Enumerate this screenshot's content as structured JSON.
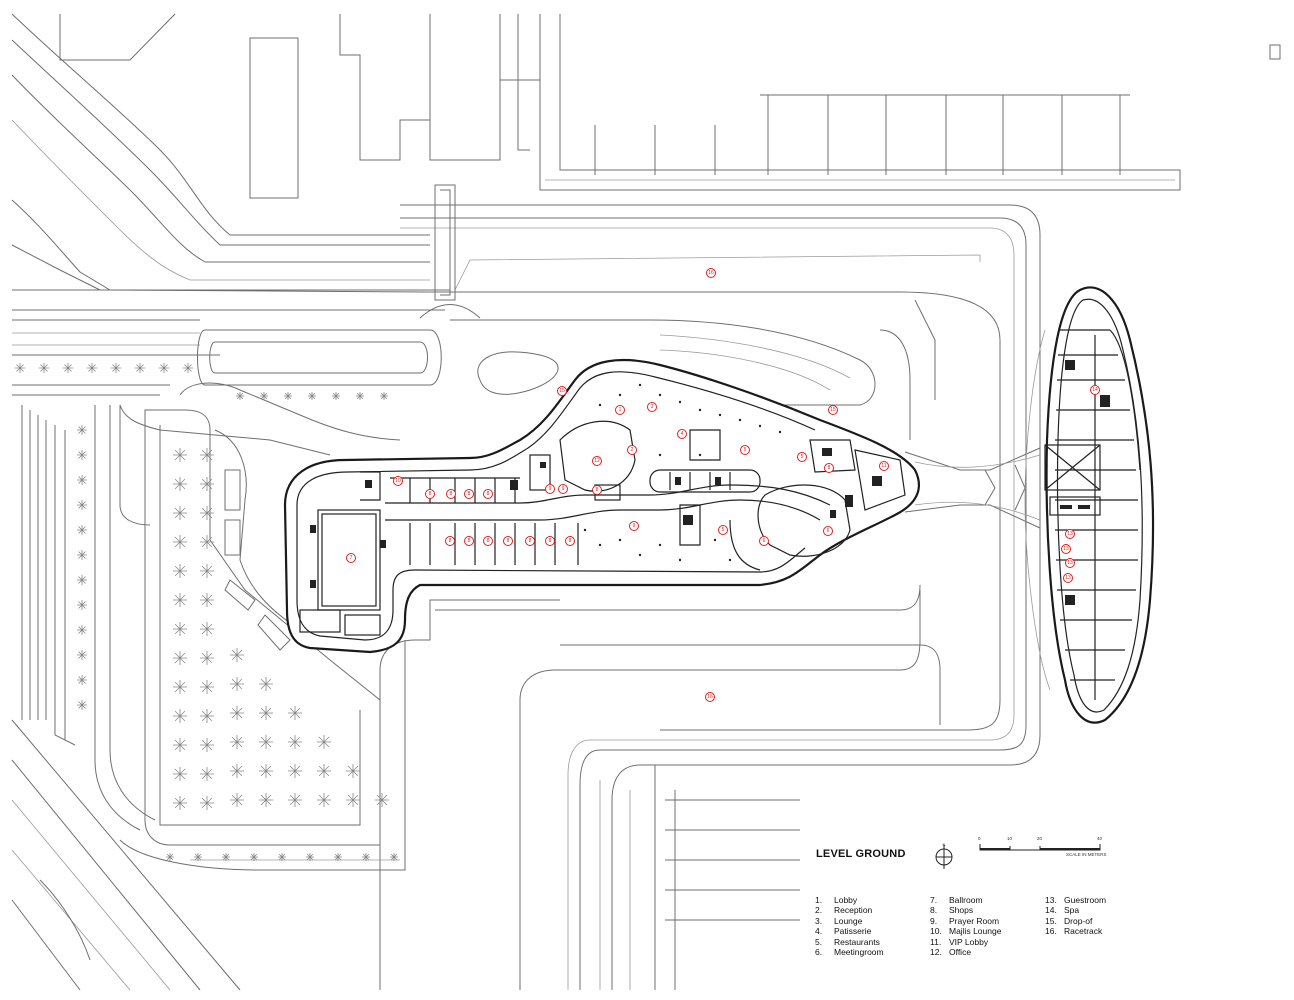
{
  "title": "LEVEL GROUND",
  "legend": [
    {
      "num": "1.",
      "label": "Lobby"
    },
    {
      "num": "2.",
      "label": "Reception"
    },
    {
      "num": "3.",
      "label": "Lounge"
    },
    {
      "num": "4.",
      "label": "Patisserie"
    },
    {
      "num": "5.",
      "label": "Restaurants"
    },
    {
      "num": "6.",
      "label": "Meetingroom"
    },
    {
      "num": "7.",
      "label": "Ballroom"
    },
    {
      "num": "8.",
      "label": "Shops"
    },
    {
      "num": "9.",
      "label": "Prayer Room"
    },
    {
      "num": "10.",
      "label": "Majlis Lounge"
    },
    {
      "num": "11.",
      "label": "VIP Lobby"
    },
    {
      "num": "12.",
      "label": "Office"
    },
    {
      "num": "13.",
      "label": "Guestroom"
    },
    {
      "num": "14.",
      "label": "Spa"
    },
    {
      "num": "15.",
      "label": "Drop-of"
    },
    {
      "num": "16.",
      "label": "Racetrack"
    }
  ],
  "scale": {
    "ticks": [
      "0",
      "10",
      "20",
      "40"
    ],
    "unit_label": "SCALE IN METERS"
  },
  "north_label": "N",
  "room_tags": [
    "1",
    "2",
    "3",
    "4",
    "5",
    "6",
    "7",
    "8",
    "9",
    "10",
    "11",
    "12",
    "13",
    "14",
    "15",
    "16"
  ],
  "colors": {
    "line": "#6f6f6f",
    "building": "#1a1a1a",
    "tag": "#e02020",
    "background": "#ffffff"
  }
}
